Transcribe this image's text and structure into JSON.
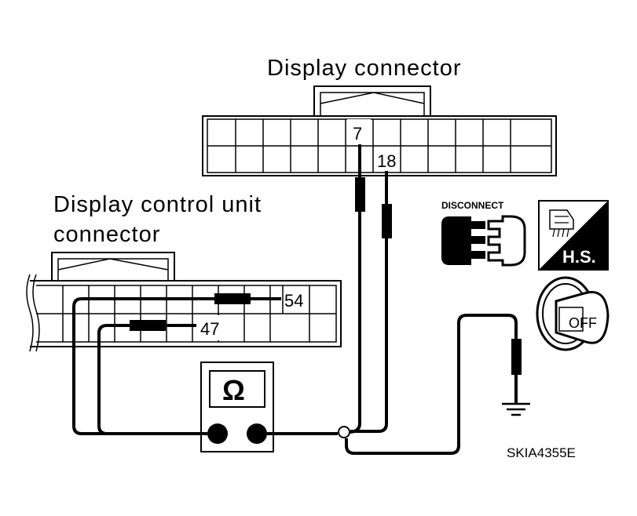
{
  "labels": {
    "display_connector": "Display connector",
    "dcu_line1": "Display control unit",
    "dcu_line2": "connector",
    "pin_7": "7",
    "pin_18": "18",
    "pin_54": "54",
    "pin_47": "47",
    "disconnect": "DISCONNECT",
    "hs": "H.S.",
    "off": "OFF",
    "ohm_symbol": "Ω",
    "figure_code": "SKIA4355E"
  },
  "icons": {
    "disconnect": "disconnect-connector-icon",
    "harness_side": "harness-side-icon",
    "ignition": "ignition-key-off-icon",
    "ground": "ground-icon",
    "ohmmeter": "ohmmeter-icon"
  },
  "colors": {
    "line": "#000000",
    "background": "#ffffff"
  }
}
